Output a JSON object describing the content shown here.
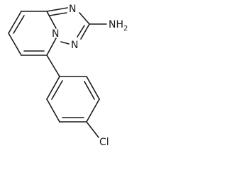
{
  "molecule": {
    "atoms": {
      "n_top": "N",
      "n_bridge": "N",
      "n_lower": "N",
      "amine": "NH",
      "amine_subscript": "2",
      "chlorine": "Cl"
    }
  }
}
